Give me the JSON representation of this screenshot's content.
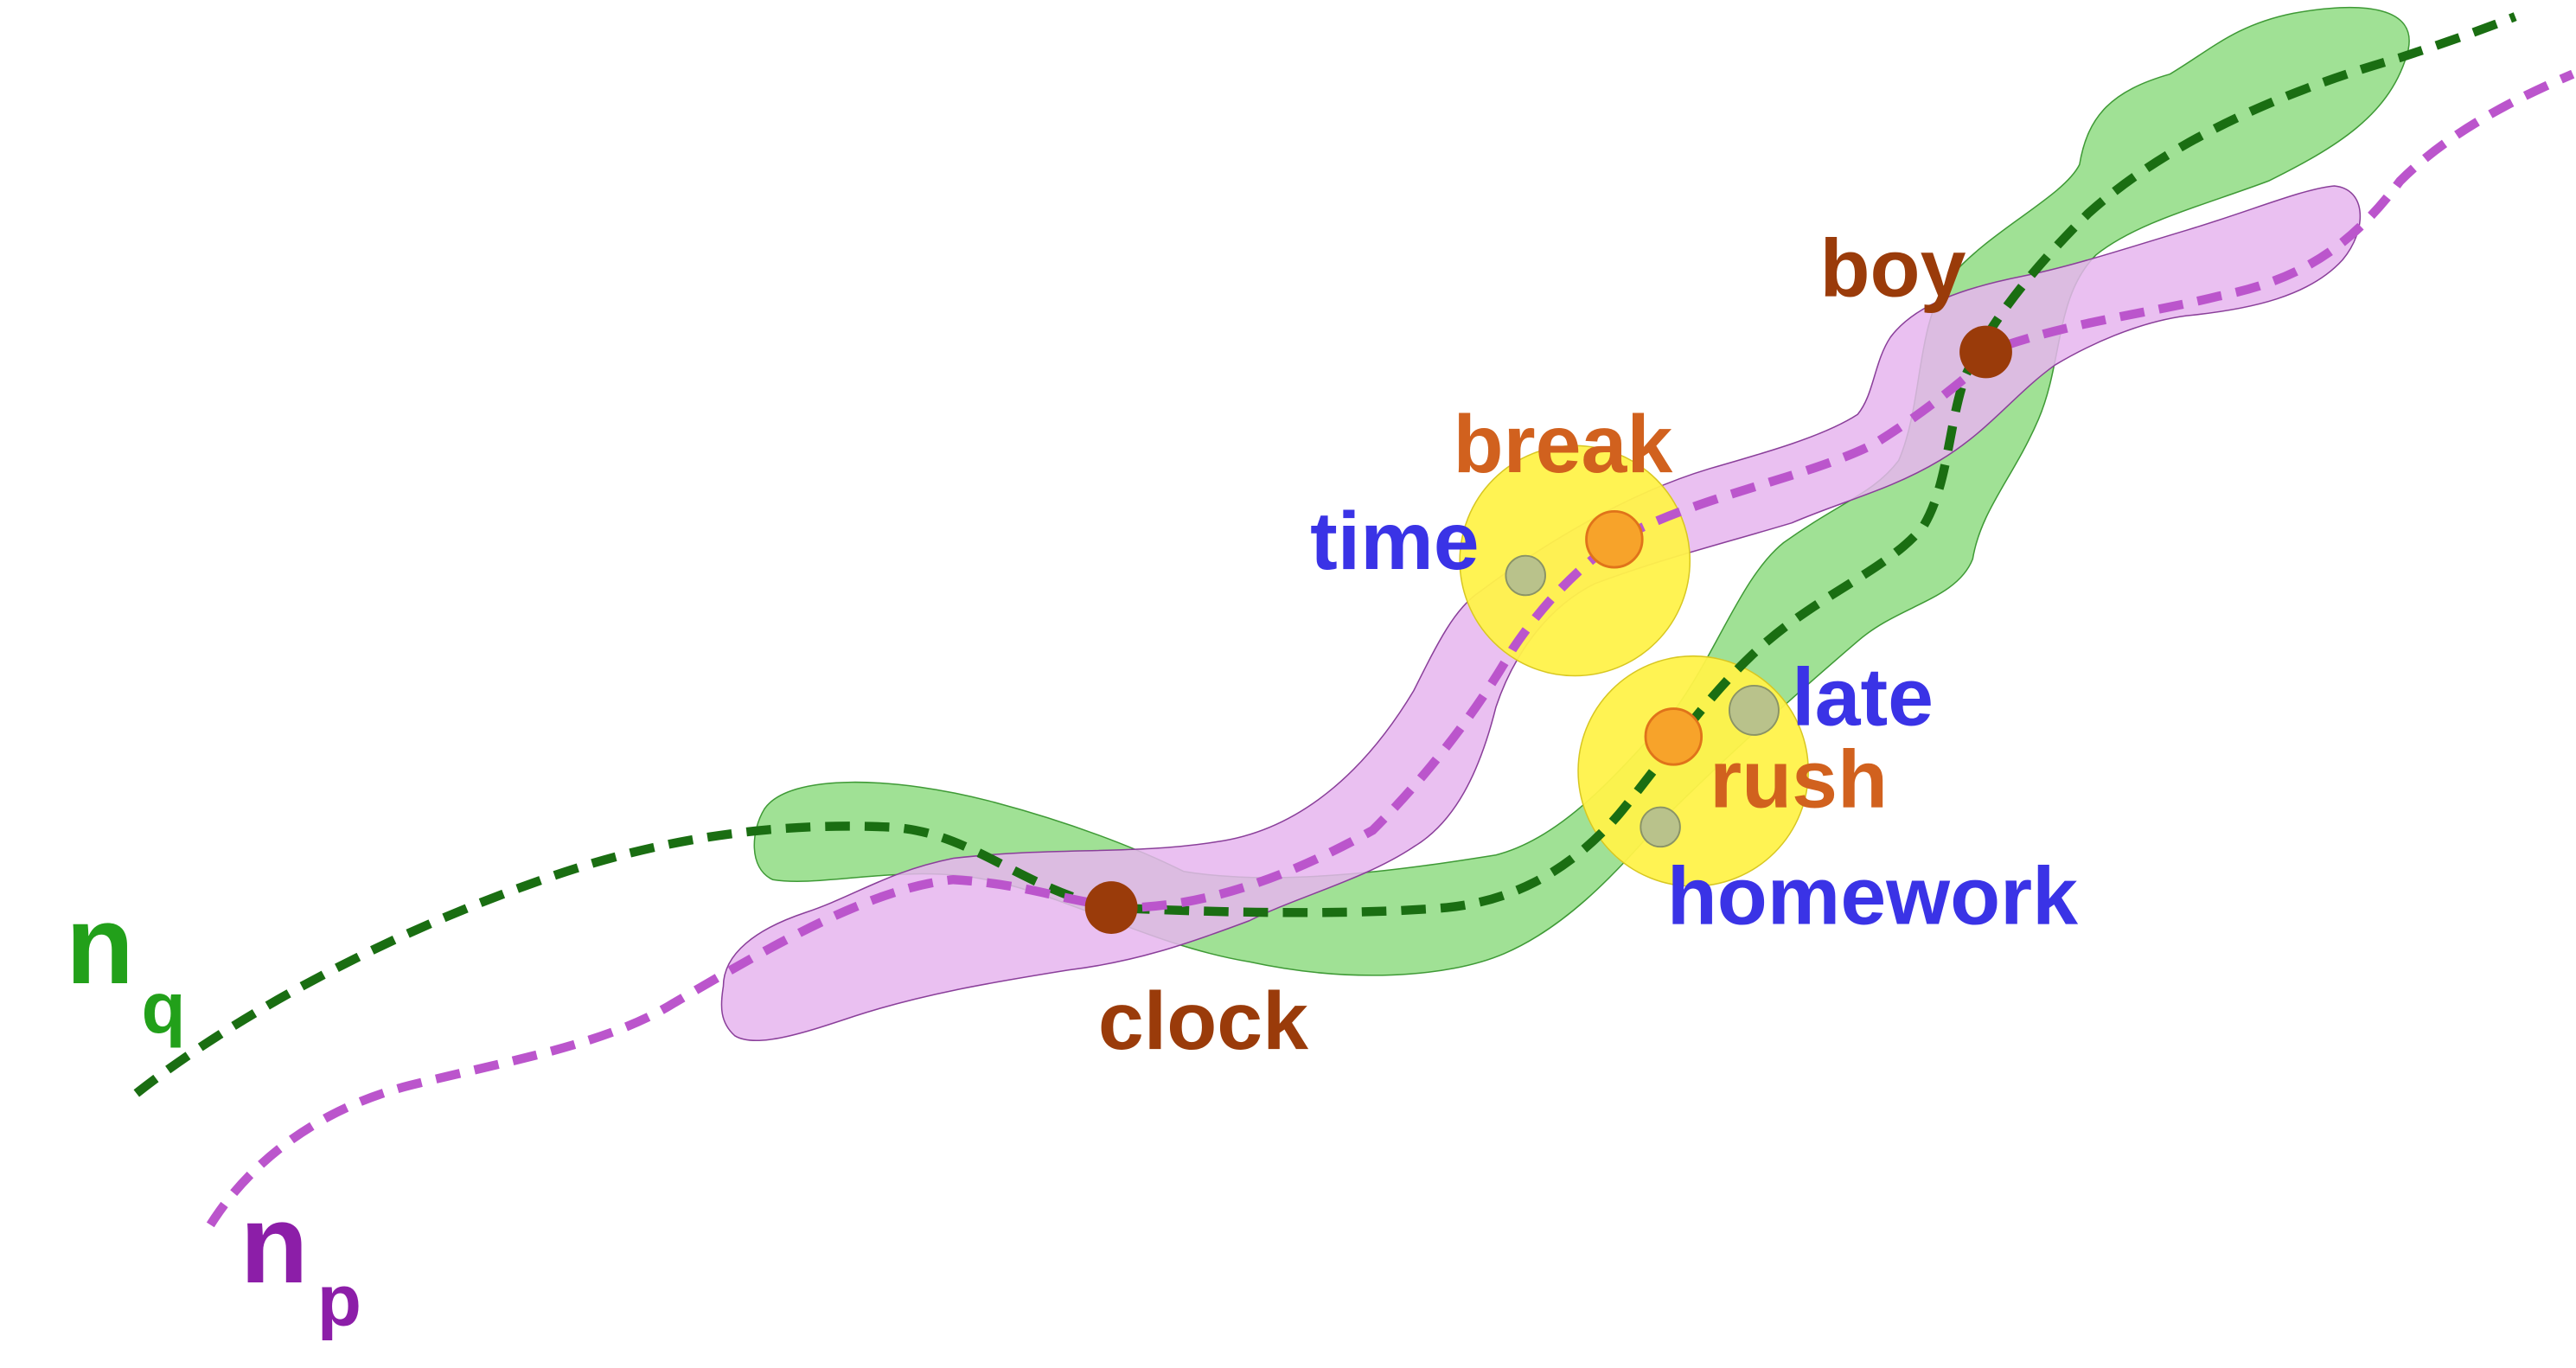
{
  "colors": {
    "green_band": "#8fdc82",
    "green_band_stroke": "#3f9a36",
    "pink_band": "#e6b5ef",
    "pink_band_stroke": "#8a3f9a",
    "green_path": "#1a6e12",
    "purple_path": "#bb55cc",
    "cluster": "#fff24a",
    "cluster_stroke": "#d8c722",
    "node_brown": "#9a3b0a",
    "node_orange": "#f7a32a",
    "node_gray": "#b9c28b",
    "label_brown": "#9a3b0a",
    "label_orange": "#d1611e",
    "label_blue": "#3a33e6",
    "label_green": "#22a01a",
    "label_purple": "#8c1ea8"
  },
  "labels": {
    "boy": "boy",
    "break": "break",
    "time": "time",
    "late": "late",
    "rush": "rush",
    "homework": "homework",
    "clock": "clock"
  },
  "legend": {
    "nq_base": "n",
    "nq_sub": "q",
    "np_base": "n",
    "np_sub": "p"
  }
}
